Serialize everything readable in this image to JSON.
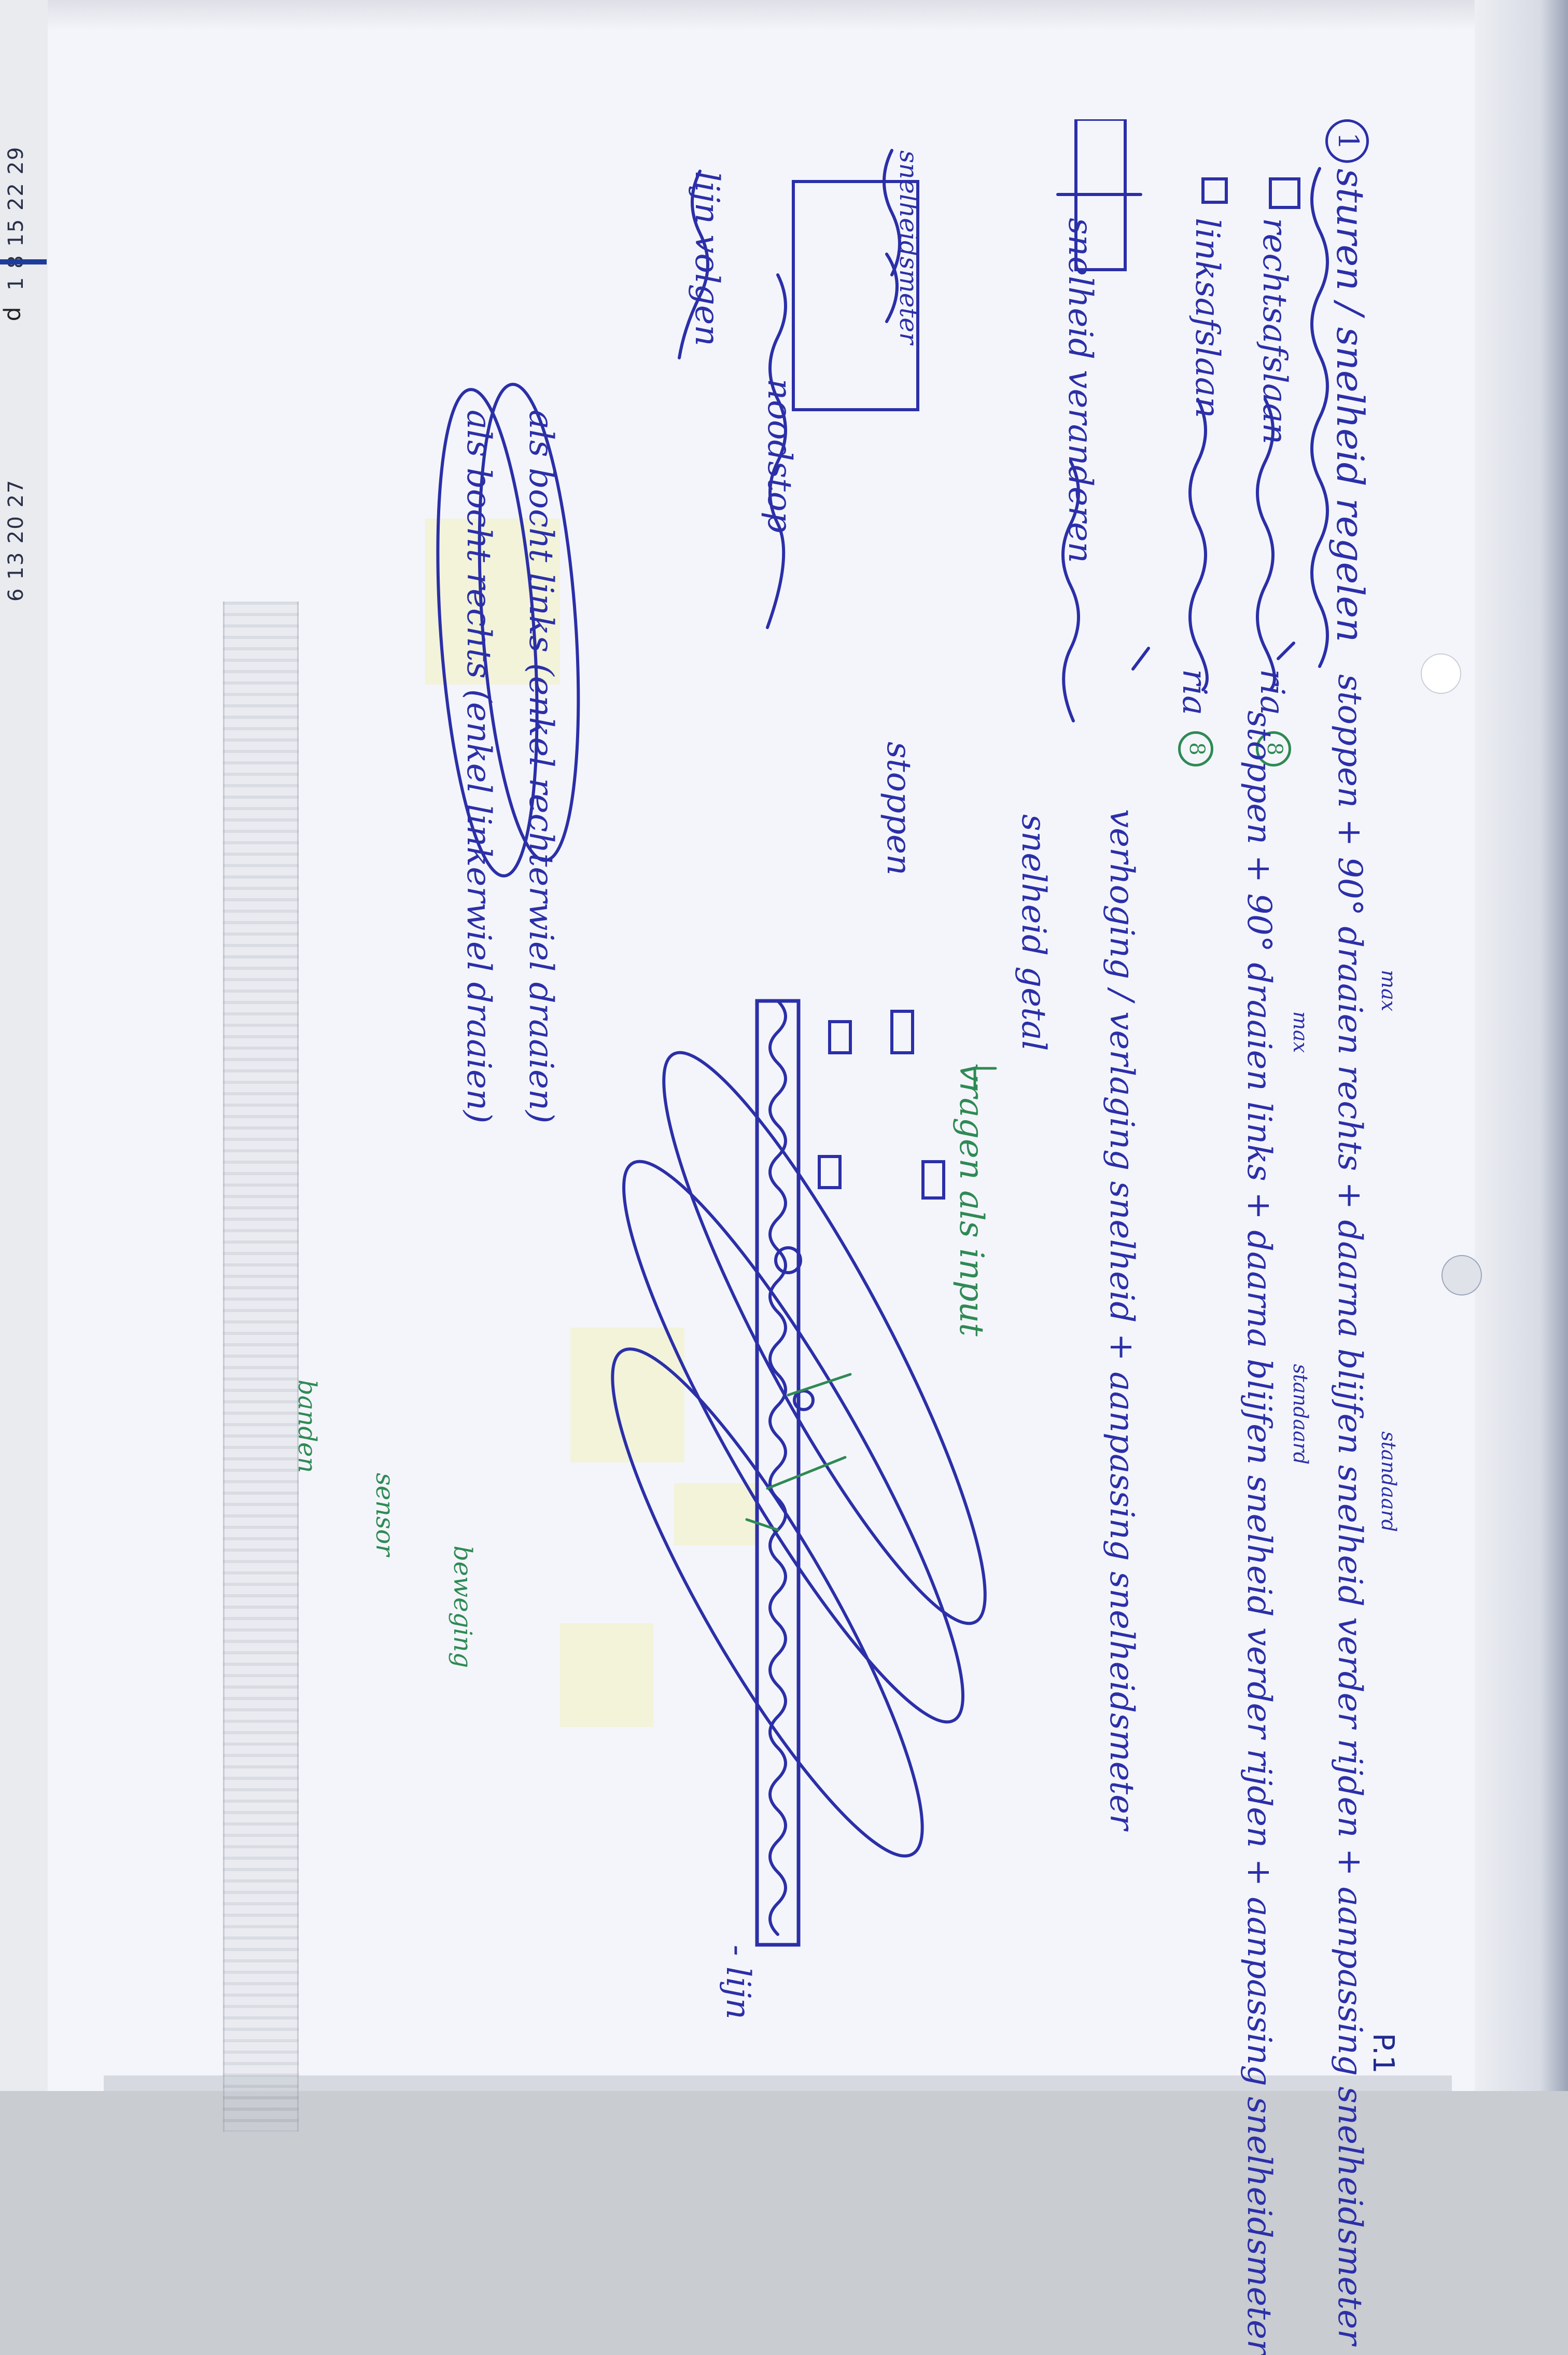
{
  "calendar": {
    "row1": "1 8 15 22 29",
    "letter": "d",
    "row2": "6 13 20 27"
  },
  "page_label": "P.1",
  "sheet": {
    "heading_number": "1",
    "heading": "sturen / snelheid regelen",
    "rechtsafslaan": "rechtsafslaan",
    "linksafslaan": "linksafslaan",
    "snelheid_veranderen": "snelheid veranderen",
    "snelheidsmeter": "snelheidsmeter",
    "noodstop": "noodstop",
    "lijn_volgen": "lijn volgen",
    "stoppen": "stoppen",
    "rule_right": "stoppen + 90° draaien rechts + daarna blijfen snelheid verder rijden + aanpassing snelheidsmeter",
    "rule_left": "stoppen + 90° draaien links + daarna blijfen snelheid verder rijden + aanpassing snelheidsmeter",
    "rule_speed": "verhoging / verlaging snelheid + aanpassing snelheidsmeter",
    "max1": "max",
    "max2": "max",
    "standaard1": "standaard",
    "standaard2": "standaard",
    "ria1": "ria",
    "ria2": "ria",
    "ria_num": "8",
    "snelheid_getal": "snelheid getal",
    "vragen_input": "vragen als input",
    "bocht_links": "als bocht links (enkel rechterwiel draaien)",
    "bocht_rechts": "als bocht rechts (enkel linkerwiel draaien)",
    "lijn": "- lijn",
    "banden": "banden",
    "sensor": "sensor",
    "beweging": "beweging"
  }
}
